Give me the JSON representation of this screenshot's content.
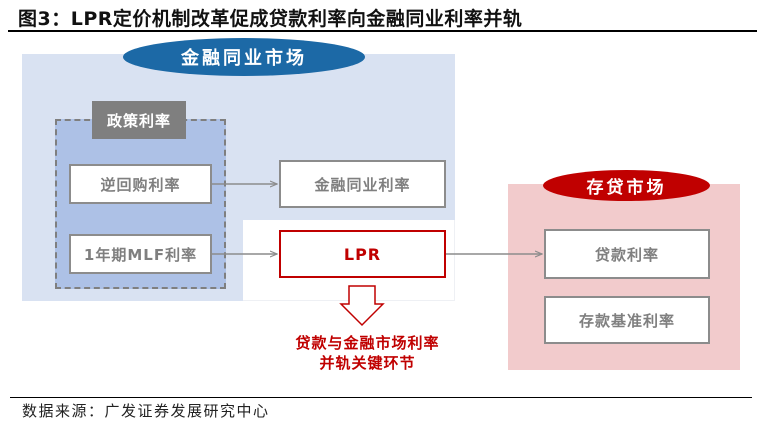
{
  "figure": {
    "title": "图3：LPR定价机制改革促成贷款利率向金融同业利率并轨",
    "source": "数据来源：广发证券发展研究中心"
  },
  "regions": {
    "interbank_market": {
      "label": "金融同业市场",
      "color": "#1c69a6"
    },
    "deposit_loan_market": {
      "label": "存贷市场",
      "color": "#c00000"
    }
  },
  "policy_rates": {
    "label": "政策利率",
    "items": [
      {
        "label": "逆回购利率"
      },
      {
        "label": "1年期MLF利率"
      }
    ]
  },
  "nodes": {
    "interbank_rate": "金融同业利率",
    "lpr": "LPR",
    "loan_rate": "贷款利率",
    "deposit_benchmark_rate": "存款基准利率"
  },
  "edges": [
    {
      "from": "逆回购利率",
      "to": "金融同业利率"
    },
    {
      "from": "1年期MLF利率",
      "to": "LPR"
    },
    {
      "from": "LPR",
      "to": "贷款利率"
    }
  ],
  "annotation": {
    "line1": "贷款与金融市场利率",
    "line2": "并轨关键环节",
    "color": "#c00000"
  }
}
